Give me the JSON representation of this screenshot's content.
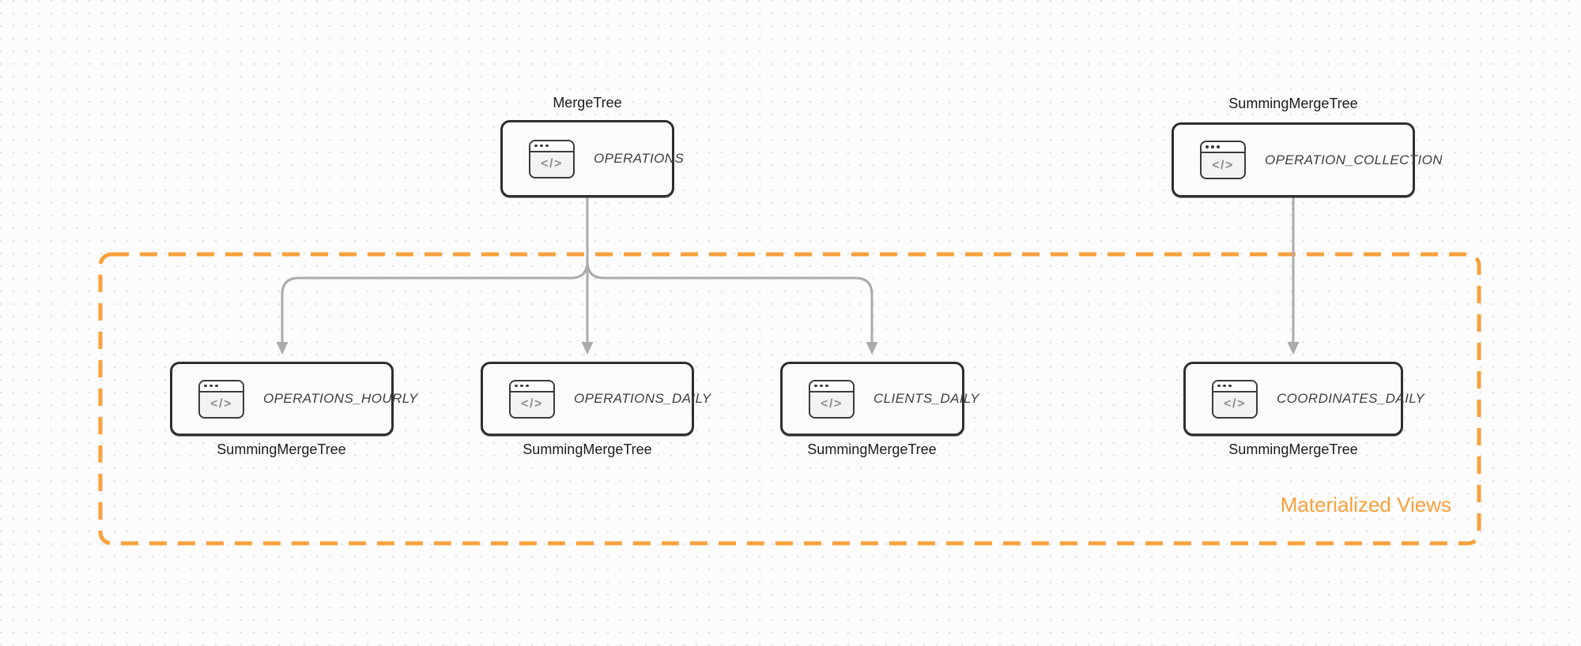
{
  "colors": {
    "accent_orange": "#F9A13C",
    "node_border": "#2E2E2E",
    "node_fill": "#FBFBFB",
    "arrow_gray": "#ABABAB",
    "engine_label_dark": "#1C1C1C",
    "node_text_gray": "#3F3F3F",
    "icon_glyph_gray": "#8E8E8E",
    "background": "#FCFCFC",
    "dot_grid": "#E3E3E8"
  },
  "icons": {
    "code_glyph": "</>"
  },
  "group": {
    "label": "Materialized Views"
  },
  "nodes": {
    "operations": {
      "label": "OPERATIONS",
      "engine": "MergeTree"
    },
    "operation_collection": {
      "label": "OPERATION_COLLECTION",
      "engine": "SummingMergeTree"
    },
    "operations_hourly": {
      "label": "OPERATIONS_HOURLY",
      "engine": "SummingMergeTree"
    },
    "operations_daily": {
      "label": "OPERATIONS_DAILY",
      "engine": "SummingMergeTree"
    },
    "clients_daily": {
      "label": "CLIENTS_DAILY",
      "engine": "SummingMergeTree"
    },
    "coordinates_daily": {
      "label": "COORDINATES_DAILY",
      "engine": "SummingMergeTree"
    }
  }
}
